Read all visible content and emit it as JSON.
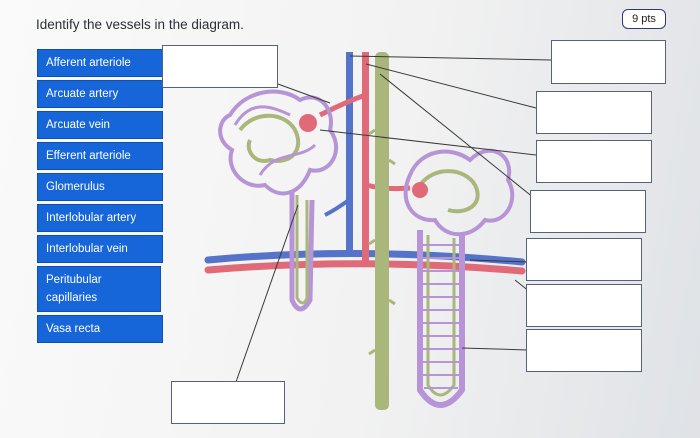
{
  "question": {
    "text": "Identify the vessels in the diagram."
  },
  "points": {
    "label": "9 pts"
  },
  "answer_options": [
    "Afferent arteriole",
    "Arcuate artery",
    "Arcuate vein",
    "Efferent arteriole",
    "Glomerulus",
    "Interlobular artery",
    "Interlobular vein",
    "Peritubular capillaries",
    "Vasa recta"
  ],
  "colors": {
    "chip": "#1766d9",
    "artery": "#e06a78",
    "vein": "#5573c9",
    "tubule": "#a9b77a",
    "capillary": "#b694d6"
  }
}
